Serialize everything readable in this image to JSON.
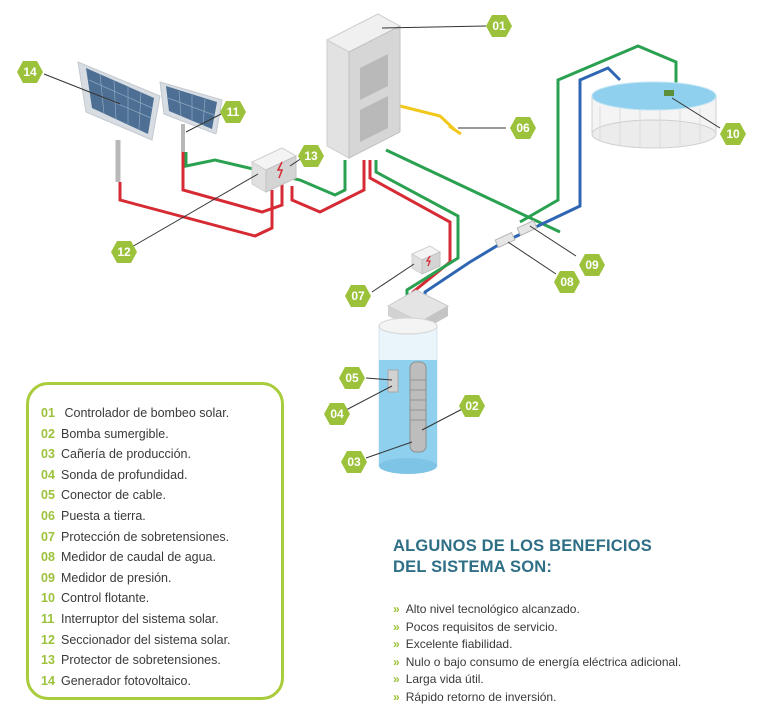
{
  "markers": [
    {
      "id": "01",
      "name": "Controlador de bombeo solar."
    },
    {
      "id": "02",
      "name": "Bomba sumergible."
    },
    {
      "id": "03",
      "name": "Cañería de producción."
    },
    {
      "id": "04",
      "name": "Sonda de profundidad."
    },
    {
      "id": "05",
      "name": "Conector de cable."
    },
    {
      "id": "06",
      "name": "Puesta a tierra."
    },
    {
      "id": "07",
      "name": "Protección de sobretensiones."
    },
    {
      "id": "08",
      "name": "Medidor de caudal de agua."
    },
    {
      "id": "09",
      "name": "Medidor de presión."
    },
    {
      "id": "10",
      "name": "Control flotante."
    },
    {
      "id": "11",
      "name": "Interruptor del sistema solar."
    },
    {
      "id": "12",
      "name": "Seccionador del sistema solar."
    },
    {
      "id": "13",
      "name": "Protector de sobretensiones."
    },
    {
      "id": "14",
      "name": "Generador fotovoltaico."
    }
  ],
  "benefits": {
    "title_line1": "ALGUNOS DE LOS BENEFICIOS",
    "title_line2": "DEL SISTEMA SON:",
    "bullet": "»",
    "items": [
      "Alto nivel tecnológico alcanzado.",
      "Pocos requisitos de servicio.",
      "Excelente fiabilidad.",
      "Nulo o bajo consumo de energía eléctrica adicional.",
      "Larga vida útil.",
      "Rápido retorno de inversión."
    ]
  },
  "colors": {
    "accent_green": "#9bc23a",
    "title_blue": "#2e6f86",
    "wire_red": "#d62b34",
    "wire_green": "#2aa150",
    "pipe_blue": "#2f66b3",
    "ground_yellow": "#f2c81c",
    "water": "#8ed0ee"
  }
}
